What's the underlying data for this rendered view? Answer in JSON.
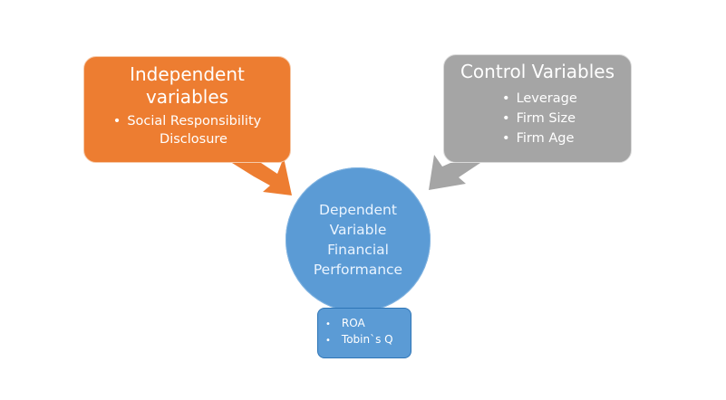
{
  "diagram": {
    "independent": {
      "title_line1": "Independent",
      "title_line2": "variables",
      "items": [
        "Social Responsibility Disclosure"
      ],
      "item_lines": [
        "Social Responsibility",
        "Disclosure"
      ],
      "color": "#ED7D31"
    },
    "control": {
      "title": "Control Variables",
      "items": [
        "Leverage",
        "Firm Size",
        "Firm Age"
      ],
      "color": "#A5A5A5"
    },
    "dependent": {
      "lines": [
        "Dependent",
        "Variable",
        "Financial",
        "Performance"
      ],
      "color": "#5B9BD5"
    },
    "measures": {
      "items": [
        "ROA",
        "Tobin`s Q"
      ],
      "color": "#5B9BD5"
    },
    "bullet": "•",
    "relations": [
      {
        "from": "Independent variables",
        "to": "Dependent Variable"
      },
      {
        "from": "Control Variables",
        "to": "Dependent Variable"
      }
    ]
  }
}
